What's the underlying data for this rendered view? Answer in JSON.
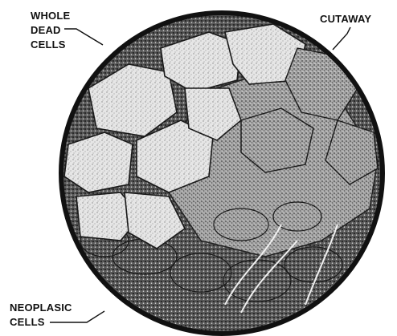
{
  "figure": {
    "labels": {
      "whole_dead_cells": [
        "WHOLE",
        "DEAD",
        "CELLS"
      ],
      "cutaway": "CUTAWAY",
      "neoplasic_cells": [
        "NEOPLASIC",
        "CELLS"
      ]
    },
    "colors": {
      "ink": "#111111",
      "tissue_dark": "#4a4a4a",
      "dead_cell_fill": "#d9d9d9",
      "background": "#ffffff"
    }
  }
}
